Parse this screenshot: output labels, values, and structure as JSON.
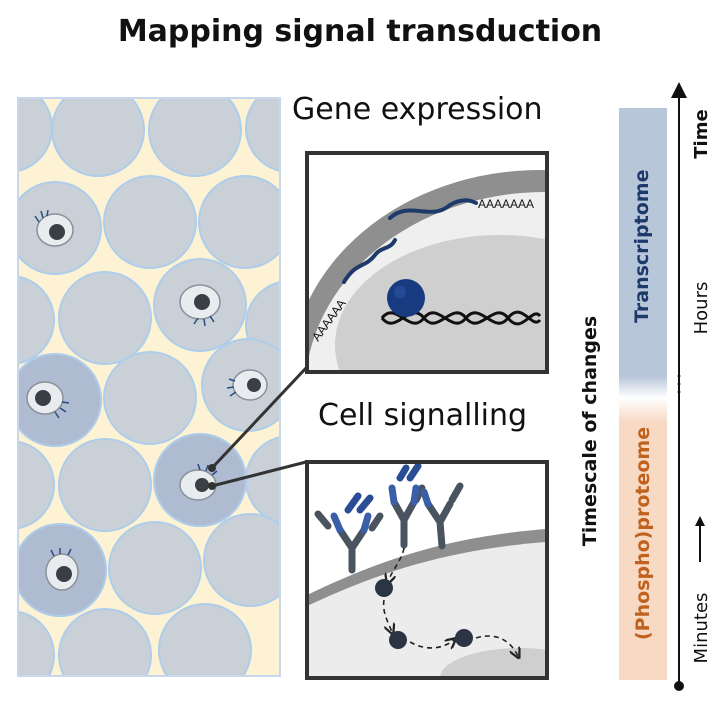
{
  "title": "Mapping signal transduction",
  "panels": {
    "gene_expression": {
      "heading": "Gene expression",
      "polyA_top": "AAAAAAA",
      "polyA_left": "AAAAAA"
    },
    "cell_signalling": {
      "heading": "Cell signalling"
    }
  },
  "timescale": {
    "axis_label": "Timescale of changes",
    "time_label": "Time",
    "hours_label": "Hours",
    "minutes_label": "Minutes",
    "transcriptome_label": "Transcriptome",
    "proteome_label": "(Phospho)proteome"
  },
  "colors": {
    "tissue_bg": "#fdf3d4",
    "cell": "#c9d0d8",
    "cell_border": "#aecdea",
    "highlight_cell": "#aebbd0",
    "dark_navy": "#1e3a6b",
    "receptor_blue": "#3a5fa8",
    "transcriptome_bar": "#b8c6d9",
    "proteome_bar": "#f7d9c4",
    "proteome_text": "#c0621e"
  }
}
